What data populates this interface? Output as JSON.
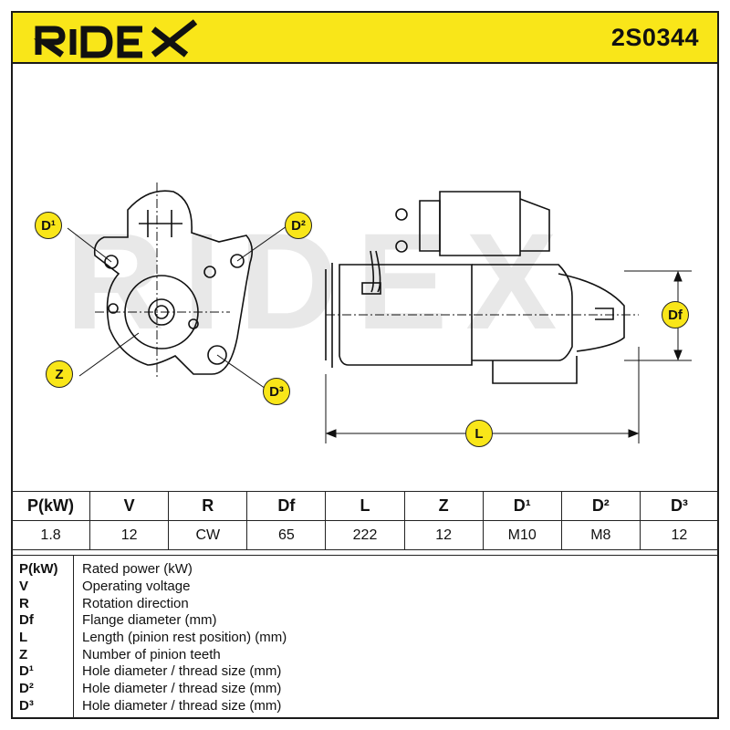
{
  "brand": {
    "name": "RIDEX",
    "color": "#f9e619"
  },
  "part_number": "2S0344",
  "drawing": {
    "watermark": "RIDEX",
    "labels": {
      "d1": "D¹",
      "d2": "D²",
      "d3": "D³",
      "z": "Z",
      "df": "Df",
      "l": "L"
    }
  },
  "specs": {
    "headers": [
      "P(kW)",
      "V",
      "R",
      "Df",
      "L",
      "Z",
      "D¹",
      "D²",
      "D³"
    ],
    "values": [
      "1.8",
      "12",
      "CW",
      "65",
      "222",
      "12",
      "M10",
      "M8",
      "12"
    ]
  },
  "legend": [
    {
      "code": "P(kW)",
      "desc": "Rated power (kW)"
    },
    {
      "code": "V",
      "desc": "Operating voltage"
    },
    {
      "code": "R",
      "desc": "Rotation direction"
    },
    {
      "code": "Df",
      "desc": "Flange diameter (mm)"
    },
    {
      "code": "L",
      "desc": "Length (pinion rest position) (mm)"
    },
    {
      "code": "Z",
      "desc": "Number of pinion teeth"
    },
    {
      "code": "D¹",
      "desc": "Hole diameter / thread size (mm)"
    },
    {
      "code": "D²",
      "desc": "Hole diameter / thread size (mm)"
    },
    {
      "code": "D³",
      "desc": "Hole diameter / thread size (mm)"
    }
  ]
}
